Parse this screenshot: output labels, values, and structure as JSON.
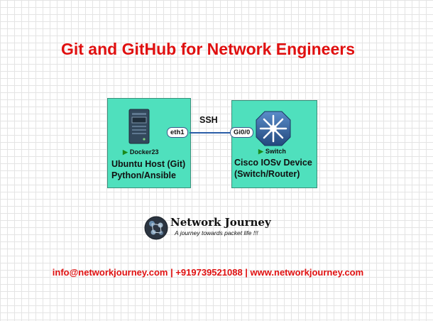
{
  "title": "Git and GitHub for Network Engineers",
  "nodes": {
    "ubuntu": {
      "tag": "Docker23",
      "line1": "Ubuntu Host (Git)",
      "line2": "Python/Ansible",
      "icon": "server-icon",
      "fill": "#4fe0bd"
    },
    "cisco": {
      "tag": "Switch",
      "line1": "Cisco IOSv Device",
      "line2": "(Switch/Router)",
      "icon": "switch-icon",
      "fill": "#4fe0bd"
    }
  },
  "link": {
    "label": "SSH",
    "port_a": "eth1",
    "port_b": "Gi0/0",
    "color": "#2a5ea8"
  },
  "logo": {
    "name": "Network Journey",
    "tagline": "A journey towards packet life !!!"
  },
  "footer": "info@networkjourney.com | +919739521088 | www.networkjourney.com",
  "colors": {
    "title": "#e01010",
    "footer": "#e01010"
  }
}
